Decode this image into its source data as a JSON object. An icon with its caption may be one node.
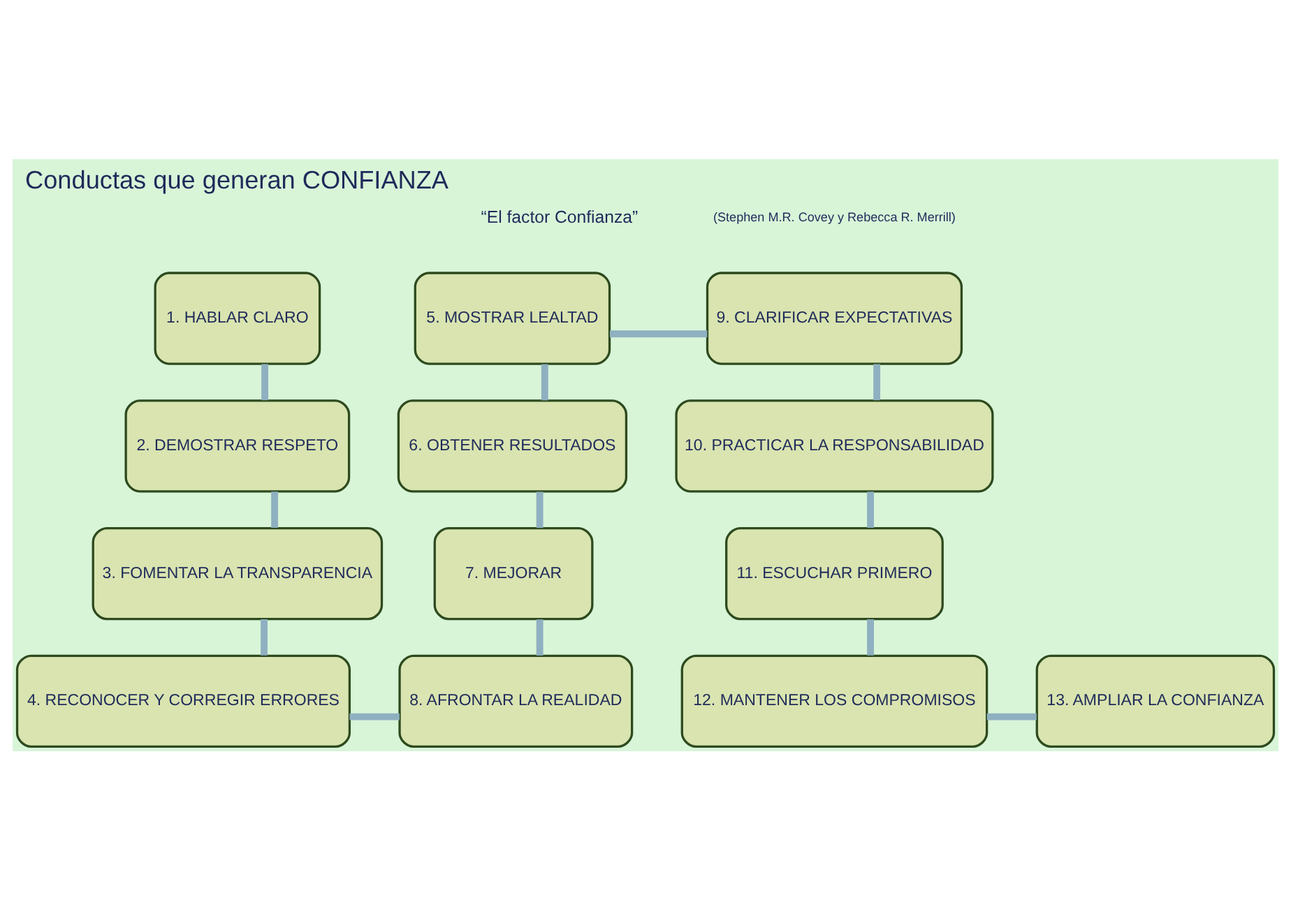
{
  "diagram": {
    "title": "Conductas que generan CONFIANZA",
    "nodes": [
      {
        "text": [
          "1. HABLAR CLARO"
        ]
      },
      {
        "text": [
          "2. DEMOSTRAR RESPETO"
        ]
      },
      {
        "text": [
          "3. FOMENTAR LA TRANSPARENCIA"
        ]
      },
      {
        "text": [
          "4. RECONOCER Y CORREGIR ERRORES"
        ]
      },
      {
        "text": [
          "5. MOSTRAR LEALTAD"
        ]
      },
      {
        "text": [
          "6. OBTENER RESULTADOS"
        ]
      },
      {
        "text": [
          "7. MEJORAR"
        ]
      },
      {
        "text": [
          "8. AFRONTAR LA REALIDAD"
        ]
      },
      {
        "text": [
          "9. CLARIFICAR EXPECTATIVAS"
        ]
      },
      {
        "text": [
          "10. PRACTICAR LA RESPONSABILIDAD"
        ]
      },
      {
        "text": [
          "11. ESCUCHAR PRIMERO"
        ]
      },
      {
        "text": [
          "12. MANTENER LOS COMPROMISOS"
        ]
      },
      {
        "text": [
          "13. AMPLIAR LA CONFIANZA"
        ]
      }
    ],
    "edges": [
      {
        "from": 0,
        "to": 1,
        "arrow": "none"
      },
      {
        "from": 1,
        "to": 2,
        "arrow": "none"
      },
      {
        "from": 2,
        "to": 3,
        "arrow": "none"
      },
      {
        "from": 3,
        "to": 7,
        "arrow": "none"
      },
      {
        "from": 7,
        "to": 6,
        "arrow": "none"
      },
      {
        "from": 6,
        "to": 5,
        "arrow": "none"
      },
      {
        "from": 5,
        "to": 4,
        "arrow": "none"
      },
      {
        "from": 4,
        "to": 8,
        "arrow": "none"
      },
      {
        "from": 8,
        "to": 9,
        "arrow": "none"
      },
      {
        "from": 9,
        "to": 10,
        "arrow": "none"
      },
      {
        "from": 10,
        "to": 11,
        "arrow": "none"
      },
      {
        "from": 11,
        "to": 12,
        "arrow": "none"
      }
    ],
    "labels": [
      "“El factor Confianza”",
      "(Stephen M.R. Covey y Rebecca R. Merrill)"
    ]
  }
}
